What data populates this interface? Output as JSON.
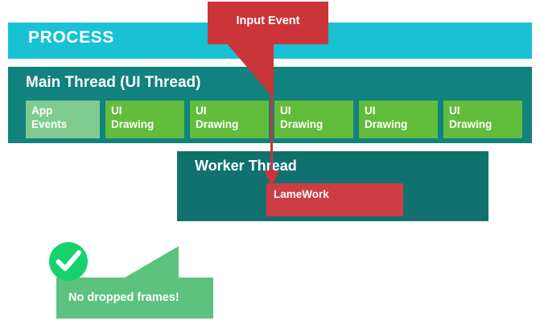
{
  "diagram": {
    "title": "Android UI thread / worker thread timeline",
    "background": "#FFFFFF",
    "colors": {
      "process_bar": "#19C1D4",
      "thread_bar": "#11827E",
      "worker_bar": "#11716F",
      "ui_drawing_block": "#63BD3C",
      "app_events_block": "#7FCB8F",
      "callout_red": "#CB3438",
      "lamework_red": "#CE3C44",
      "callout_green": "#5DC280",
      "check_green": "#16D26E",
      "text_white": "#FFFFFF"
    }
  },
  "process": {
    "label": "PROCESS"
  },
  "main_thread": {
    "label": "Main Thread (UI Thread)",
    "blocks": [
      {
        "label": "App\nEvents",
        "kind": "app-events"
      },
      {
        "label": "UI\nDrawing",
        "kind": "ui-drawing"
      },
      {
        "label": "UI\nDrawing",
        "kind": "ui-drawing"
      },
      {
        "label": "UI\nDrawing",
        "kind": "ui-drawing"
      },
      {
        "label": "UI\nDrawing",
        "kind": "ui-drawing"
      },
      {
        "label": "UI\nDrawing",
        "kind": "ui-drawing"
      }
    ]
  },
  "worker_thread": {
    "label": "Worker Thread",
    "task": {
      "label": "LameWork"
    }
  },
  "input_callout": {
    "label": "Input Event"
  },
  "result_callout": {
    "label": "No dropped frames!",
    "icon": "check-mark-icon"
  }
}
